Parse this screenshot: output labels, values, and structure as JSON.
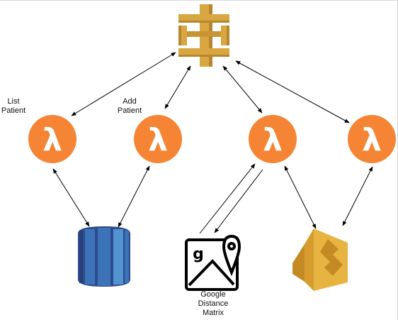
{
  "labels": {
    "list_patient": [
      "List",
      "Patient"
    ],
    "add_patient": [
      "Add",
      "Patient"
    ],
    "google_distance_matrix": [
      "Google",
      "Distance",
      "Matrix"
    ]
  },
  "icons": {
    "api_gateway": "api-gateway-icon",
    "lambda": "lambda-icon",
    "rds": "rds-database-icon",
    "google_maps": "google-maps-icon",
    "elastic_beanstalk": "elastic-beanstalk-icon",
    "lambda_glyph": "λ",
    "maps_glyph": "g"
  },
  "colors": {
    "lambda_orange": "#f58534",
    "api_gold": "#d9a741",
    "api_gold_dark": "#b8862f",
    "rds_blue_dark": "#2e4b8d",
    "rds_blue": "#3c73b8",
    "rds_blue_light": "#5294cf",
    "beanstalk_gold": "#e7b442",
    "beanstalk_dark": "#c48a24",
    "edge": "#000000"
  }
}
